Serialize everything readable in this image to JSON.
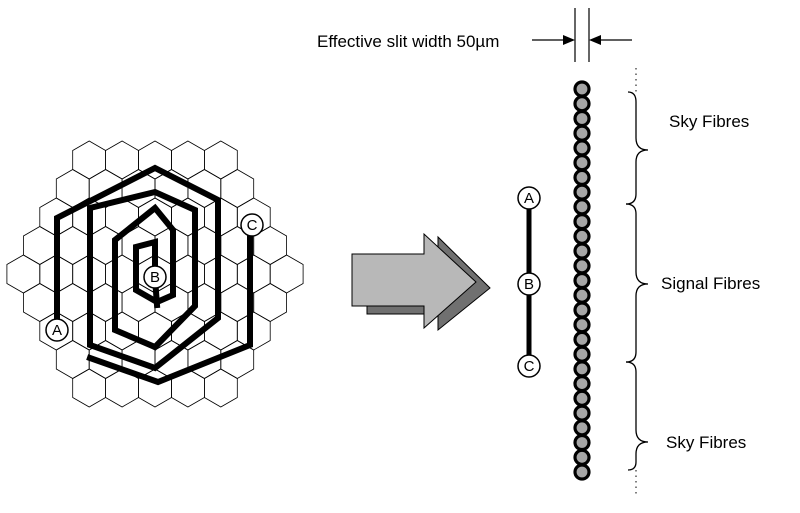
{
  "slit": {
    "label": "Effective slit width 50µm"
  },
  "ifu_markers": {
    "a": "A",
    "b": "B",
    "c": "C"
  },
  "slit_markers": {
    "a": "A",
    "b": "B",
    "c": "C"
  },
  "fibre_groups": {
    "sky_top": "Sky Fibres",
    "signal": "Signal Fibres",
    "sky_bottom": "Sky Fibres"
  },
  "colors": {
    "fibre_core": "#a6a6a6",
    "arrow_front": "#b8b8b8",
    "arrow_shadow": "#707070",
    "line": "#000000"
  }
}
